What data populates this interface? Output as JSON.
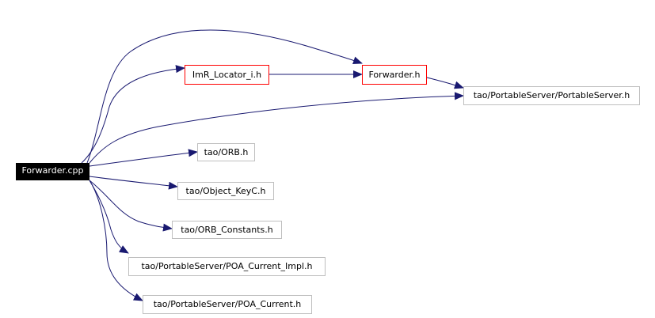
{
  "diagram": {
    "edge_color": "#191970",
    "nodes": {
      "forwarder_cpp": {
        "label": "Forwarder.cpp",
        "style": "root"
      },
      "imr_locator": {
        "label": "ImR_Locator_i.h",
        "style": "red"
      },
      "forwarder_h": {
        "label": "Forwarder.h",
        "style": "red"
      },
      "portable_server": {
        "label": "tao/PortableServer/PortableServer.h",
        "style": "plain"
      },
      "orb": {
        "label": "tao/ORB.h",
        "style": "plain"
      },
      "object_keyc": {
        "label": "tao/Object_KeyC.h",
        "style": "plain"
      },
      "orb_constants": {
        "label": "tao/ORB_Constants.h",
        "style": "plain"
      },
      "poa_current_impl": {
        "label": "tao/PortableServer/POA_Current_Impl.h",
        "style": "plain"
      },
      "poa_current": {
        "label": "tao/PortableServer/POA_Current.h",
        "style": "plain"
      }
    },
    "edges": [
      {
        "from": "forwarder_cpp",
        "to": "imr_locator"
      },
      {
        "from": "forwarder_cpp",
        "to": "forwarder_h"
      },
      {
        "from": "forwarder_cpp",
        "to": "portable_server"
      },
      {
        "from": "forwarder_cpp",
        "to": "orb"
      },
      {
        "from": "forwarder_cpp",
        "to": "object_keyc"
      },
      {
        "from": "forwarder_cpp",
        "to": "orb_constants"
      },
      {
        "from": "forwarder_cpp",
        "to": "poa_current_impl"
      },
      {
        "from": "forwarder_cpp",
        "to": "poa_current"
      },
      {
        "from": "imr_locator",
        "to": "forwarder_h"
      },
      {
        "from": "forwarder_h",
        "to": "portable_server"
      }
    ]
  }
}
